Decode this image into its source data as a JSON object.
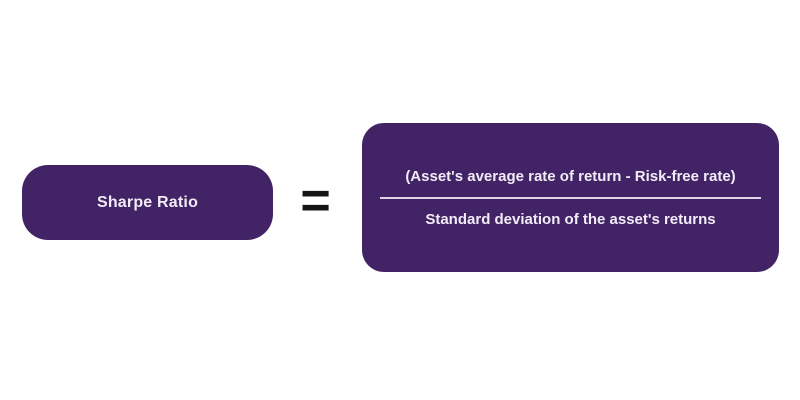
{
  "colors": {
    "background": "#ffffff",
    "box_purple": "#422366",
    "text_light": "#f2ecf7",
    "fraction_line": "#ded5e8",
    "equals_black": "#141414"
  },
  "diagram": {
    "term": {
      "label": "Sharpe Ratio"
    },
    "equals_symbol": "=",
    "formula": {
      "numerator": "(Asset's average rate of return - Risk-free rate)",
      "denominator": "Standard deviation of the asset's returns"
    }
  }
}
